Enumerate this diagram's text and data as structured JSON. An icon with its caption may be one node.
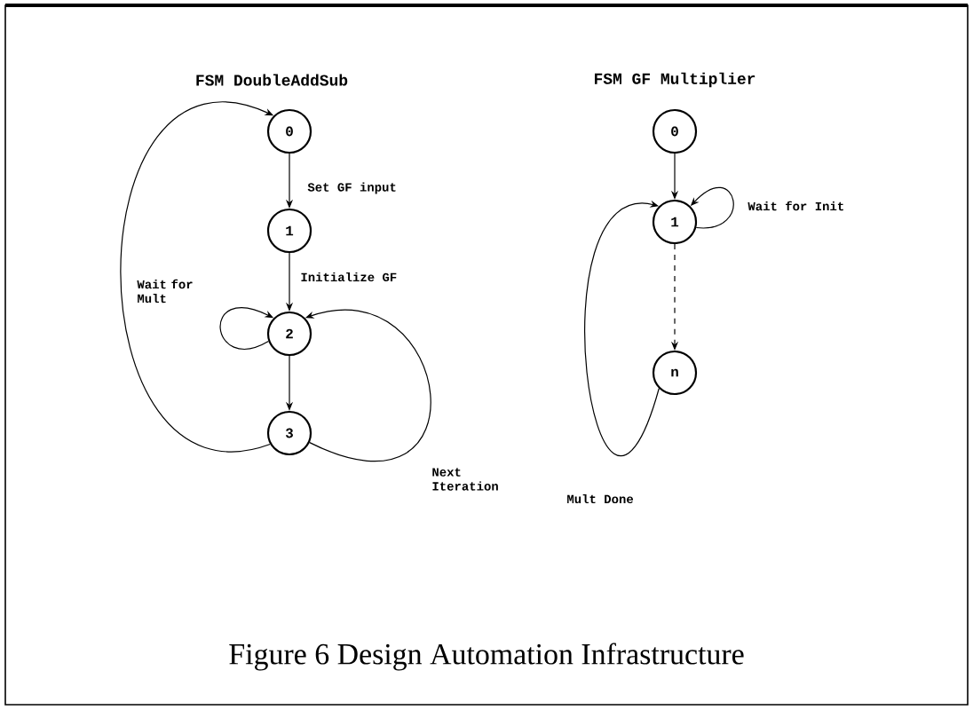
{
  "diagram": {
    "caption": "Figure 6 Design Automation Infrastructure",
    "nodes": [
      {
        "text": [
          "0"
        ]
      },
      {
        "text": [
          "1"
        ]
      },
      {
        "text": [
          "2"
        ]
      },
      {
        "text": [
          "3"
        ]
      },
      {
        "text": [
          "0"
        ]
      },
      {
        "text": [
          "1"
        ]
      },
      {
        "text": [
          "n"
        ]
      }
    ],
    "edges": [
      {
        "from": 0,
        "to": 1,
        "arrow": "to",
        "label": "Set GF input"
      },
      {
        "from": 1,
        "to": 2,
        "arrow": "to",
        "label": "Initialize GF"
      },
      {
        "from": 2,
        "to": 2,
        "arrow": "to",
        "label": "Wait for Mult"
      },
      {
        "from": 2,
        "to": 3,
        "arrow": "to"
      },
      {
        "from": 3,
        "to": 2,
        "arrow": "to",
        "label": "Next Iteration"
      },
      {
        "from": 3,
        "to": 0,
        "arrow": "to"
      },
      {
        "from": 4,
        "to": 5,
        "arrow": "to"
      },
      {
        "from": 5,
        "to": 5,
        "arrow": "to",
        "label": "Wait for Init"
      },
      {
        "from": 5,
        "to": 6,
        "arrow": "to",
        "style": "dashed"
      },
      {
        "from": 6,
        "to": 5,
        "arrow": "to",
        "label": "Mult Done"
      }
    ],
    "labels": [
      "FSM DoubleAddSub",
      "FSM GF Multiplier"
    ]
  }
}
